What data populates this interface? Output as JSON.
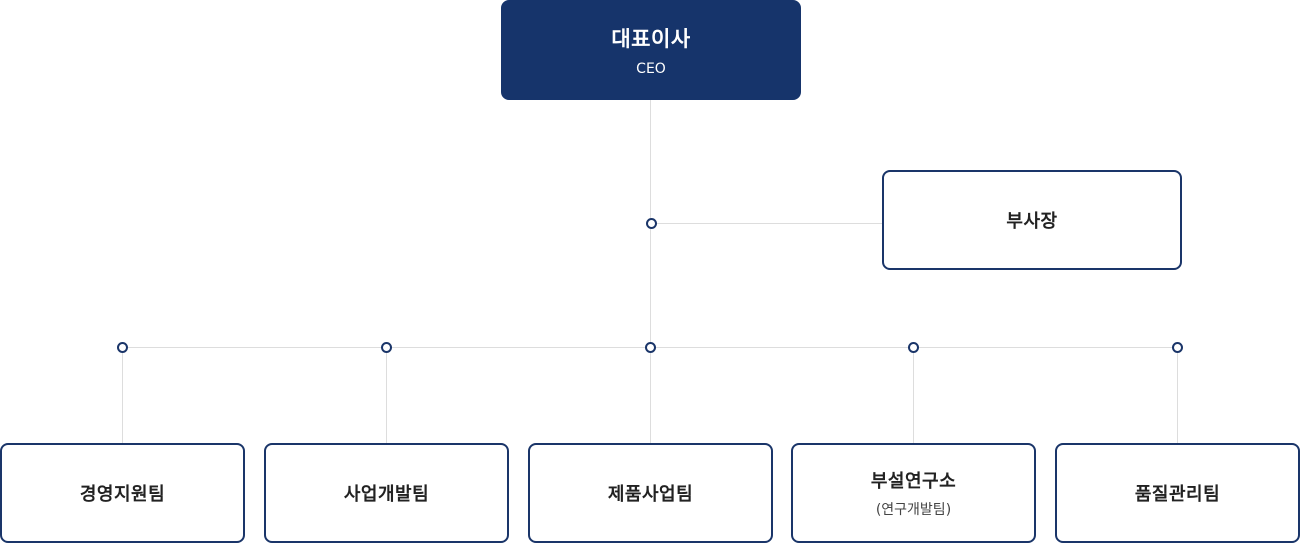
{
  "org": {
    "ceo": {
      "title": "대표이사",
      "subtitle": "CEO"
    },
    "vp": {
      "title": "부사장"
    },
    "teams": [
      {
        "title": "경영지원팀",
        "subtitle": ""
      },
      {
        "title": "사업개발팀",
        "subtitle": ""
      },
      {
        "title": "제품사업팀",
        "subtitle": ""
      },
      {
        "title": "부설연구소",
        "subtitle": "(연구개발팀)"
      },
      {
        "title": "품질관리팀",
        "subtitle": ""
      }
    ]
  },
  "colors": {
    "primary": "#16346b",
    "border": "#1a3569",
    "connector": "#dddddd"
  }
}
